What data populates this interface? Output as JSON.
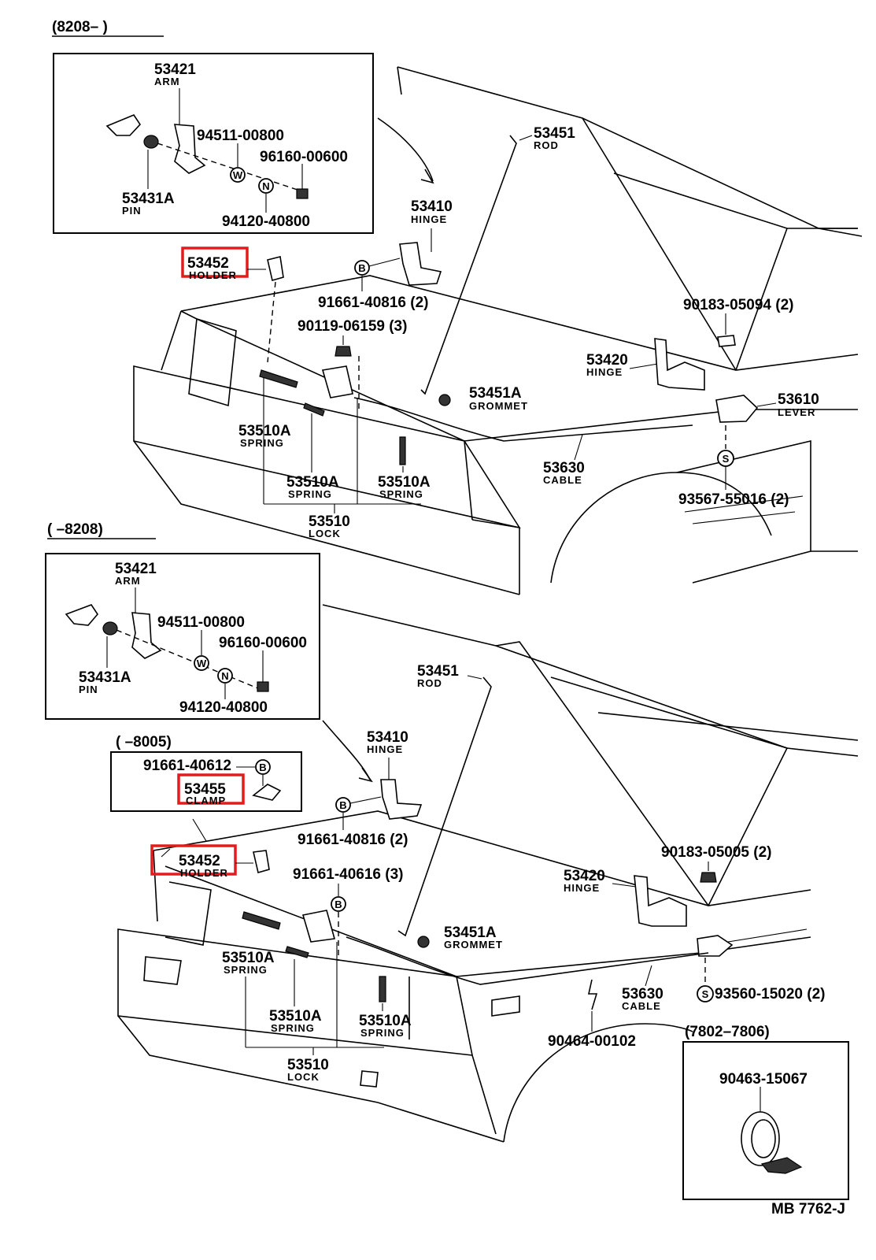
{
  "upper": {
    "range": "(8208–    )",
    "inset": {
      "arm": {
        "num": "53421",
        "name": "ARM"
      },
      "pin": {
        "num": "53431A",
        "name": "PIN"
      },
      "washer": "94511-00800",
      "nut": "96160-00600",
      "bolt": "94120-40800"
    },
    "holder": {
      "num": "53452",
      "name": "HOLDER"
    },
    "rod": {
      "num": "53451",
      "name": "ROD"
    },
    "hinge": {
      "num": "53410",
      "name": "HINGE"
    },
    "bolt_hinge": "91661-40816 (2)",
    "bolt_lock": "90119-06159 (3)",
    "grommet": {
      "num": "53451A",
      "name": "GROMMET"
    },
    "hinge2": {
      "num": "53420",
      "name": "HINGE"
    },
    "bolt_lever": "90183-05094 (2)",
    "lever": {
      "num": "53610",
      "name": "LEVER"
    },
    "cable": {
      "num": "53630",
      "name": "CABLE"
    },
    "screw": "93567-55016 (2)",
    "spring1": {
      "num": "53510A",
      "name": "SPRING"
    },
    "spring2": {
      "num": "53510A",
      "name": "SPRING"
    },
    "spring3": {
      "num": "53510A",
      "name": "SPRING"
    },
    "lock": {
      "num": "53510",
      "name": "LOCK"
    }
  },
  "lower": {
    "range": "(    –8208)",
    "inset": {
      "arm": {
        "num": "53421",
        "name": "ARM"
      },
      "pin": {
        "num": "53431A",
        "name": "PIN"
      },
      "washer": "94511-00800",
      "nut": "96160-00600",
      "bolt": "94120-40800"
    },
    "clamp_range": "(    –8005)",
    "clamp_bolt": "91661-40612",
    "clamp": {
      "num": "53455",
      "name": "CLAMP"
    },
    "holder": {
      "num": "53452",
      "name": "HOLDER"
    },
    "rod": {
      "num": "53451",
      "name": "ROD"
    },
    "hinge": {
      "num": "53410",
      "name": "HINGE"
    },
    "bolt_hinge": "91661-40816 (2)",
    "bolt_lock": "91661-40616 (3)",
    "grommet": {
      "num": "53451A",
      "name": "GROMMET"
    },
    "hinge2": {
      "num": "53420",
      "name": "HINGE"
    },
    "bolt_lever": "90183-05005 (2)",
    "cable": {
      "num": "53630",
      "name": "CABLE"
    },
    "screw": "93560-15020 (2)",
    "clip": "90464-00102",
    "spring1": {
      "num": "53510A",
      "name": "SPRING"
    },
    "spring2": {
      "num": "53510A",
      "name": "SPRING"
    },
    "spring3": {
      "num": "53510A",
      "name": "SPRING"
    },
    "lock": {
      "num": "53510",
      "name": "LOCK"
    },
    "clip_range": "(7802–7806)",
    "clip_inset": "90463-15067"
  },
  "catalog_code": "MB  7762-J",
  "symbols": {
    "bolt": "B",
    "washer": "W",
    "nut": "N",
    "screw": "S"
  },
  "colors": {
    "highlight": "#e21b1b",
    "line": "#000000"
  }
}
